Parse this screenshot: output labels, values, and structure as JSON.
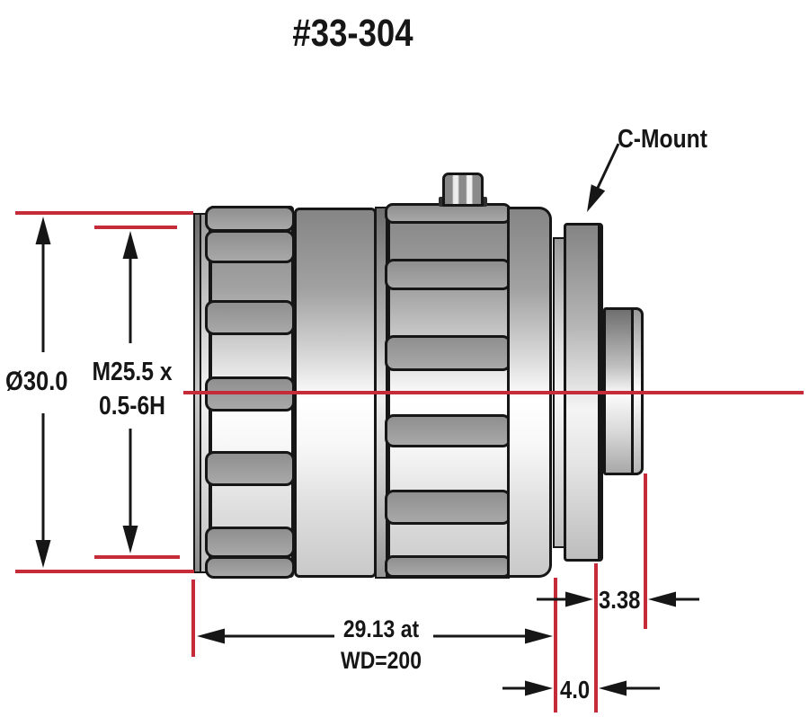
{
  "title": "#33-304",
  "drawing": {
    "part_label": "C-Mount",
    "dim_outer_diameter": "Ø30.0",
    "dim_front_thread": [
      "M25.5 x",
      "0.5-6H"
    ],
    "dim_length": [
      "29.13 at",
      "WD=200"
    ],
    "dim_flange": "3.38",
    "dim_rear": "4.0"
  },
  "colors": {
    "dimension_red": "#c52b38",
    "line_black": "#161616",
    "metal_gray": "#9a9a9a"
  }
}
